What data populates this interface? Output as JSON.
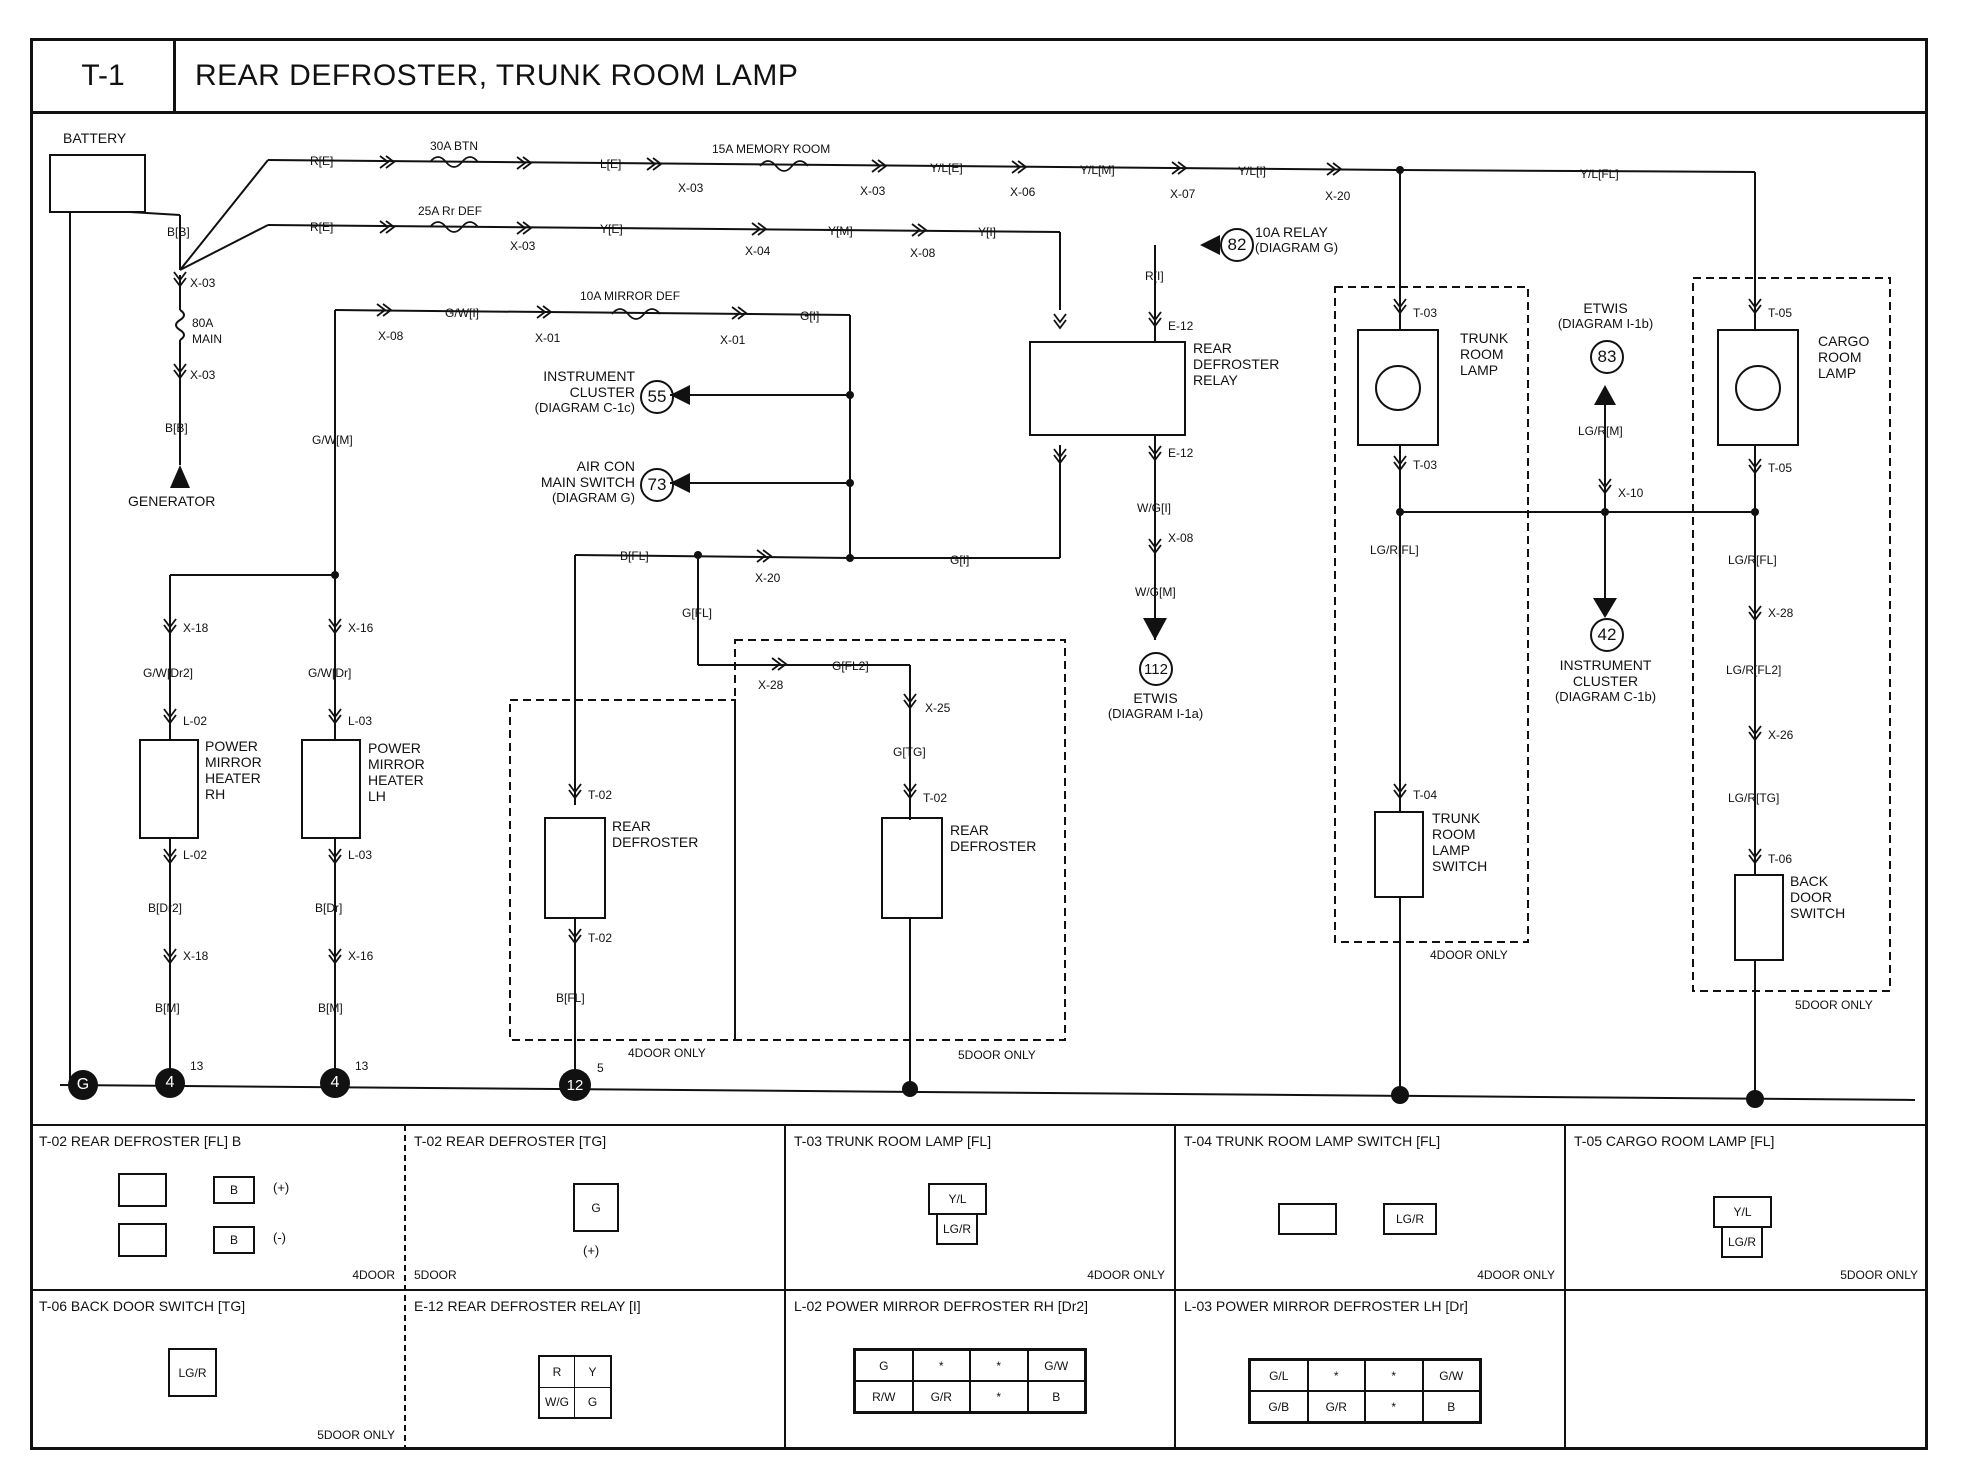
{
  "header": {
    "code": "T-1",
    "title": "REAR DEFROSTER, TRUNK ROOM LAMP"
  },
  "components": {
    "battery": "BATTERY",
    "generator": "GENERATOR",
    "fuse_80a": [
      "80A",
      "MAIN"
    ],
    "fuse_30a": "30A BTN",
    "fuse_25a": "25A Rr DEF",
    "fuse_15a": "15A MEMORY ROOM",
    "fuse_10a": "10A MIRROR DEF",
    "rear_defroster_relay": [
      "REAR",
      "DEFROSTER",
      "RELAY"
    ],
    "relay_ref": [
      "10A RELAY",
      "(DIAGRAM G)"
    ],
    "relay_ref_num": "82",
    "instrument_cluster_ref": [
      "INSTRUMENT",
      "CLUSTER",
      "(DIAGRAM C-1c)"
    ],
    "instrument_cluster_num": "55",
    "aircon_ref": [
      "AIR CON",
      "MAIN SWITCH",
      "(DIAGRAM G)"
    ],
    "aircon_num": "73",
    "etwis_bottom": [
      "ETWIS",
      "(DIAGRAM I-1a)"
    ],
    "etwis_bottom_num": "112",
    "etwis_top": [
      "ETWIS",
      "(DIAGRAM I-1b)"
    ],
    "etwis_top_num": "83",
    "instrument_cluster_b": [
      "INSTRUMENT",
      "CLUSTER",
      "(DIAGRAM C-1b)"
    ],
    "instrument_cluster_b_num": "42",
    "mirror_heater_rh": [
      "POWER",
      "MIRROR",
      "HEATER",
      "RH"
    ],
    "mirror_heater_lh": [
      "POWER",
      "MIRROR",
      "HEATER",
      "LH"
    ],
    "rear_defroster": [
      "REAR",
      "DEFROSTER"
    ],
    "trunk_room_lamp": [
      "TRUNK",
      "ROOM",
      "LAMP"
    ],
    "trunk_lamp_switch": [
      "TRUNK",
      "ROOM",
      "LAMP",
      "SWITCH"
    ],
    "cargo_room_lamp": [
      "CARGO",
      "ROOM",
      "LAMP"
    ],
    "back_door_switch": [
      "BACK",
      "DOOR",
      "SWITCH"
    ],
    "door4_only": "4DOOR ONLY",
    "door5_only": "5DOOR ONLY",
    "ground_g": "G",
    "ground_4": "4",
    "ground_12": "12",
    "ground_13": "13",
    "ground_5": "5"
  },
  "wires": {
    "r_e": "R[E]",
    "l_e": "L[E]",
    "y_l_e": "Y/L[E]",
    "y_l_m": "Y/L[M]",
    "y_l_i": "Y/L[I]",
    "y_l_fl": "Y/L[FL]",
    "y_e": "Y[E]",
    "y_m": "Y[M]",
    "y_i": "Y[I]",
    "b_b": "B[B]",
    "b_b2": "B[B]",
    "g_w_i": "G/W[I]",
    "g_i": "G[I]",
    "g_w_m": "G/W[M]",
    "r_i": "R[I]",
    "w_g_i": "W/G[I]",
    "w_g_m": "W/G[M]",
    "b_fl": "B[FL]",
    "g_fl": "G[FL]",
    "g_fl2": "G[FL2]",
    "g_tg": "G[TG]",
    "b_fl2": "B[FL]",
    "g_w_dr2": "G/W[Dr2]",
    "g_w_dr": "G/W[Dr]",
    "b_dr2": "B[Dr2]",
    "b_dr": "B[Dr]",
    "b_m": "B[M]",
    "b_m2": "B[M]",
    "lg_r_fl": "LG/R[FL]",
    "lg_r_m": "LG/R[M]",
    "lg_r_fl_b": "LG/R[FL]",
    "lg_r_fl2": "LG/R[FL2]",
    "lg_r_tg": "LG/R[TG]"
  },
  "connectors": {
    "x03": "X-03",
    "x06": "X-06",
    "x07": "X-07",
    "x20": "X-20",
    "x04": "X-04",
    "x08": "X-08",
    "x01": "X-01",
    "x18": "X-18",
    "x16": "X-16",
    "x28": "X-28",
    "x25": "X-25",
    "x10": "X-10",
    "x26": "X-26",
    "e12": "E-12",
    "l02": "L-02",
    "l03": "L-03",
    "t02": "T-02",
    "t03": "T-03",
    "t04": "T-04",
    "t05": "T-05",
    "t06": "T-06"
  },
  "connector_views": {
    "row1": [
      {
        "title": "T-02 REAR DEFROSTER [FL] B",
        "note": "4DOOR",
        "pins": [
          "B",
          "(+)",
          "B",
          "(-)"
        ]
      },
      {
        "title": "T-02 REAR DEFROSTER [TG]",
        "note": "5DOOR",
        "pins": [
          "G",
          "(+)"
        ]
      },
      {
        "title": "T-03 TRUNK ROOM LAMP [FL]",
        "note": "4DOOR ONLY",
        "pins": [
          "Y/L",
          "LG/R"
        ]
      },
      {
        "title": "T-04 TRUNK ROOM LAMP SWITCH [FL]",
        "note": "4DOOR ONLY",
        "pins": [
          "LG/R"
        ]
      },
      {
        "title": "T-05 CARGO ROOM LAMP [FL]",
        "note": "5DOOR ONLY",
        "pins": [
          "Y/L",
          "LG/R"
        ]
      }
    ],
    "row2": [
      {
        "title": "T-06 BACK DOOR SWITCH [TG]",
        "note": "5DOOR ONLY",
        "pins": [
          "LG/R"
        ]
      },
      {
        "title": "E-12 REAR DEFROSTER RELAY [I]",
        "note": "",
        "pins": [
          "R",
          "Y",
          "W/G",
          "G"
        ]
      },
      {
        "title": "L-02 POWER MIRROR DEFROSTER RH [Dr2]",
        "note": "",
        "pins": [
          "G",
          "*",
          "*",
          "G/W",
          "R/W",
          "G/R",
          "*",
          "B"
        ]
      },
      {
        "title": "L-03 POWER MIRROR DEFROSTER LH [Dr]",
        "note": "",
        "pins": [
          "G/L",
          "*",
          "*",
          "G/W",
          "G/B",
          "G/R",
          "*",
          "B"
        ]
      },
      {
        "title": "",
        "note": "",
        "pins": []
      }
    ]
  }
}
